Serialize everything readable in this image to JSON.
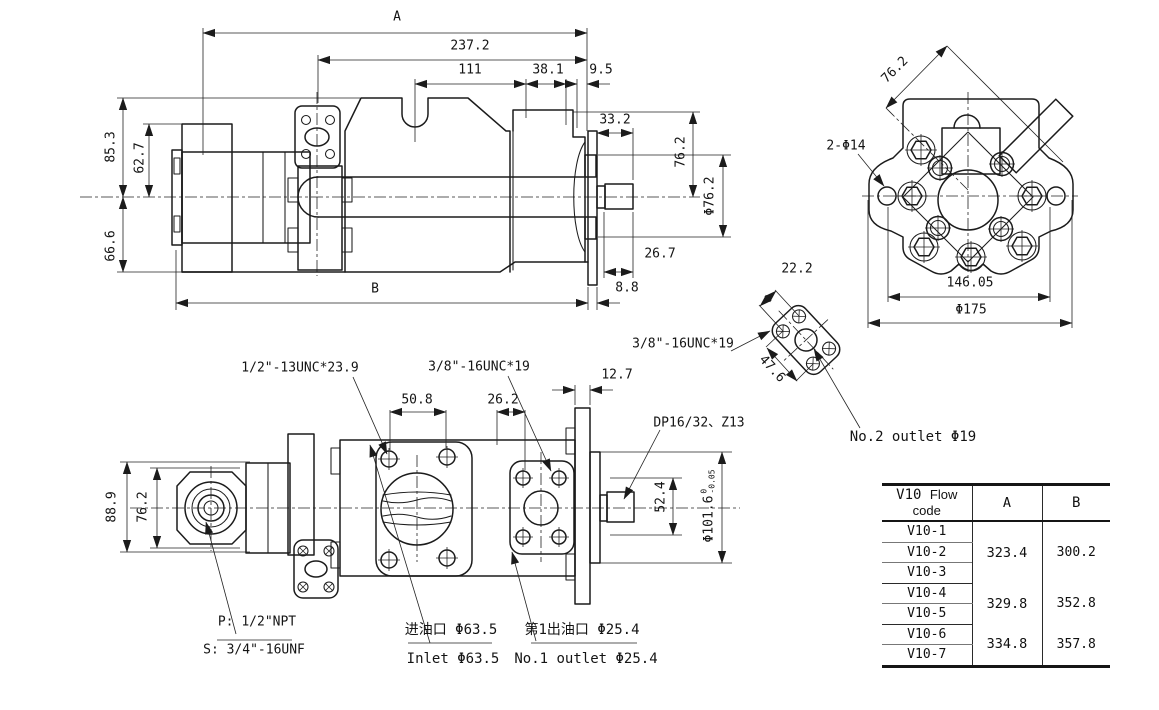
{
  "side_view": {
    "dim_a": "A",
    "dim_overall": "237.2",
    "dim_111": "111",
    "dim_38_1": "38.1",
    "dim_9_5": "9.5",
    "dim_33_2": "33.2",
    "dim_76_2": "76.2",
    "dim_phi_76_2": "Φ76.2",
    "dim_85_3": "85.3",
    "dim_62_7": "62.7",
    "dim_66_6": "66.6",
    "dim_26_7": "26.7",
    "dim_b": "B",
    "dim_8_8": "8.8"
  },
  "front_view": {
    "dim_76_2": "76.2",
    "dim_2_phi14": "2-Φ14",
    "dim_146_05": "146.05",
    "dim_phi175": "Φ175"
  },
  "outlet2_flange": {
    "dim_22_2": "22.2",
    "dim_47_6": "47.6",
    "thread": "3/8\"-16UNC*19",
    "label": "No.2 outlet Φ19"
  },
  "bottom_view": {
    "thread_1_2": "1/2\"-13UNC*23.9",
    "thread_3_8": "3/8\"-16UNC*19",
    "dim_50_8": "50.8",
    "dim_26_2": "26.2",
    "dim_12_7": "12.7",
    "spline": "DP16/32、Z13",
    "dim_88_9": "88.9",
    "dim_76_2": "76.2",
    "dim_52_4": "52.4",
    "dim_phi101_6": "Φ101.6",
    "tol_upper": "0",
    "tol_lower": "-0.05",
    "port_p": "P: 1/2\"NPT",
    "port_s": "S: 3/4\"-16UNF",
    "inlet_cn": "进油口 Φ63.5",
    "inlet_en": "Inlet Φ63.5",
    "outlet1_cn": "第1出油口 Φ25.4",
    "outlet1_en": "No.1 outlet Φ25.4"
  },
  "table": {
    "header": {
      "code_bold": "V10",
      "code_rest": "Flow code",
      "col_a": "A",
      "col_b": "B"
    },
    "codes": [
      "V10-1",
      "V10-2",
      "V10-3",
      "V10-4",
      "V10-5",
      "V10-6",
      "V10-7"
    ],
    "groups": [
      {
        "a": "323.4",
        "b": "300.2"
      },
      {
        "a": "329.8",
        "b": "352.8"
      },
      {
        "a": "334.8",
        "b": "357.8"
      }
    ]
  },
  "colors": {
    "line": "#1b1b1b",
    "background": "#ffffff"
  }
}
